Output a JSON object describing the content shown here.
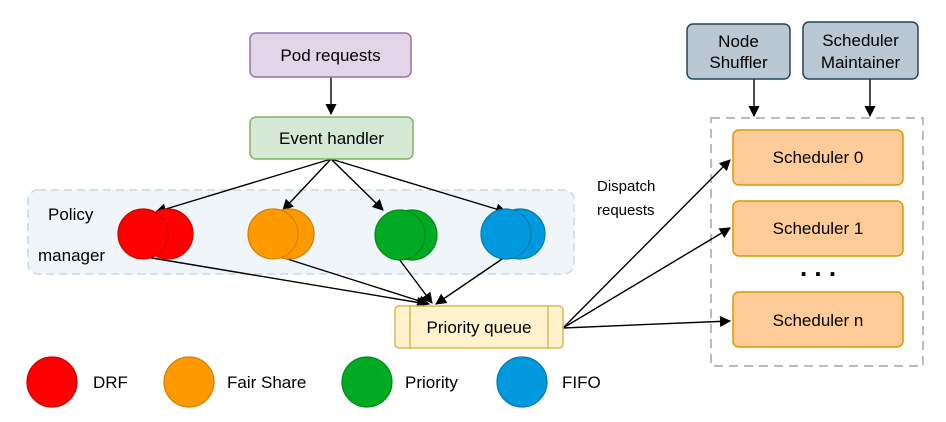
{
  "nodes": {
    "pod_requests": "Pod requests",
    "event_handler": "Event handler",
    "policy_manager_line1": "Policy",
    "policy_manager_line2": "manager",
    "priority_queue": "Priority queue",
    "dispatch_line1": "Dispatch",
    "dispatch_line2": "requests",
    "node_shuffler_line1": "Node",
    "node_shuffler_line2": "Shuffler",
    "scheduler_maintainer_line1": "Scheduler",
    "scheduler_maintainer_line2": "Maintainer",
    "schedulers": [
      "Scheduler 0",
      "Scheduler 1",
      "Scheduler n"
    ],
    "ellipsis": ". . ."
  },
  "legend": [
    {
      "label": "DRF",
      "color": "#ff0000"
    },
    {
      "label": "Fair Share",
      "color": "#ff9900"
    },
    {
      "label": "Priority",
      "color": "#00aa22"
    },
    {
      "label": "FIFO",
      "color": "#0099dd"
    }
  ],
  "colors": {
    "pod_fill": "#e1d5e7",
    "pod_stroke": "#9673a6",
    "event_fill": "#d5e8d4",
    "event_stroke": "#82b366",
    "queue_fill": "#fff2cc",
    "queue_stroke": "#d6b656",
    "scheduler_fill": "#ffcc99",
    "scheduler_stroke": "#d79b00",
    "top_fill": "#bac8d3",
    "top_stroke": "#23445d",
    "policy_panel_fill": "#f0f5f9",
    "policy_panel_stroke": "#c8d8e4"
  }
}
